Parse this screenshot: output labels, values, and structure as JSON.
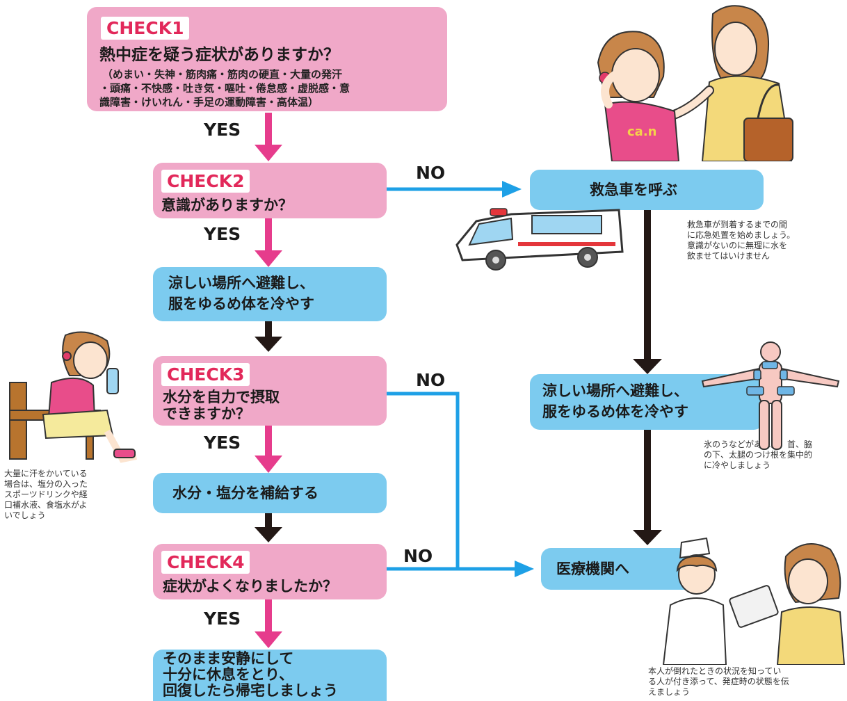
{
  "check1": {
    "tag": "CHECK1",
    "question": "熱中症を疑う症状がありますか？",
    "symptoms": [
      "（めまい・失神・筋肉痛・筋肉の硬直・大量の発汗",
      "・頭痛・不快感・吐き気・嘔吐・倦怠感・虚脱感・意",
      "識障害・けいれん・手足の運動障害・高体温）"
    ]
  },
  "check2": {
    "tag": "CHECK2",
    "question": "意識がありますか？"
  },
  "check3": {
    "tag": "CHECK3",
    "question_lines": [
      "水分を自力で摂取",
      "できますか？"
    ]
  },
  "check4": {
    "tag": "CHECK4",
    "question": "症状がよくなりましたか？"
  },
  "actions": {
    "cool_down": [
      "涼しい場所へ避難し、",
      "服をゆるめ体を冷やす"
    ],
    "hydrate": "水分・塩分を補給する",
    "rest": [
      "そのまま安静にして",
      "十分に休息をとり、",
      "回復したら帰宅しましょう"
    ],
    "call_ambulance": "救急車を呼ぶ",
    "cool_down_right": [
      "涼しい場所へ避難し、",
      "服をゆるめ体を冷やす"
    ],
    "hospital": "医療機関へ"
  },
  "labels": {
    "yes": "YES",
    "no": "NO"
  },
  "notes": {
    "ambulance": [
      "救急車が到着するまでの間",
      "に応急処置を始めましょう。",
      "意識がないのに無理に水を",
      "飲ませてはいけません"
    ],
    "ice": [
      "氷のうなどがあれば、首、脇",
      "の下、太腿のつけ根を集中的",
      "に冷やしましょう"
    ],
    "sweat": [
      "大量に汗をかいている",
      "場合は、塩分の入った",
      "スポーツドリンクや経",
      "口補水液、食塩水がよ",
      "いでしょう"
    ],
    "hospital": [
      "本人が倒れたときの状況を知ってい",
      "る人が付き添って、発症時の状態を伝",
      "えましょう"
    ]
  },
  "colors": {
    "pink_box": "#f0a8c8",
    "blue_box": "#7ccbef",
    "pink_arrow": "#e63c8c",
    "blue_arrow": "#1ea0e6",
    "black_arrow": "#231815",
    "tag_text": "#e2285a"
  },
  "illustrations": [
    "woman-helping-girl",
    "ambulance",
    "body-cooling-points",
    "girl-drinking-on-bench",
    "nurse-and-woman"
  ]
}
